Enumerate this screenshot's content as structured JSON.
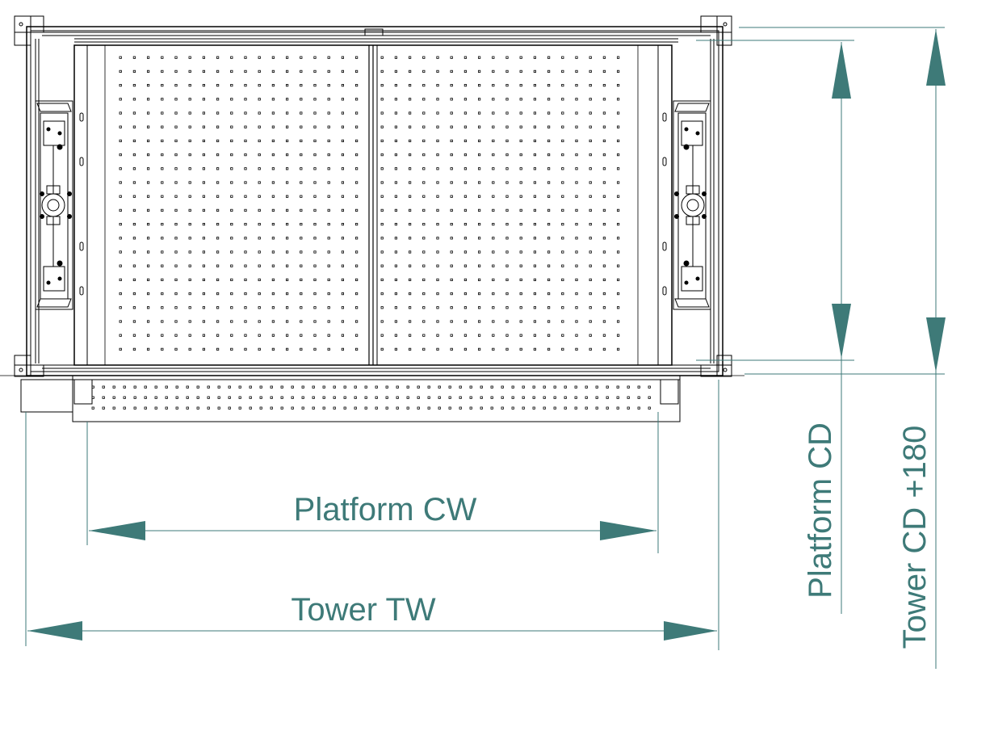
{
  "labels": {
    "platform_cw": "Platform CW",
    "tower_tw": "Tower TW",
    "platform_cd": "Platform CD",
    "tower_cd": "Tower CD +180"
  },
  "colors": {
    "dimension": "#3e7a78",
    "linework": "#000000",
    "background": "#ffffff"
  }
}
